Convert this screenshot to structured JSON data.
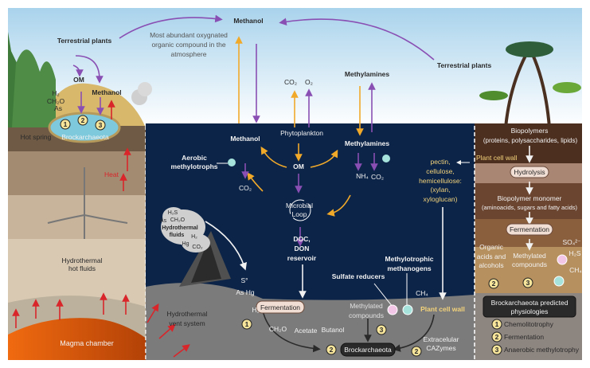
{
  "colors": {
    "ocean": "#0c2448",
    "sky_top": "#a9d3ec",
    "methanol_arrow": "#8a4fb3",
    "orange_arrow": "#f1a92a",
    "heat_arrow": "#d8262b",
    "magma": "#e0600f",
    "seafloor": "#7b7b7b"
  },
  "atmosphere": {
    "methanol": "Methanol",
    "note": [
      "Most abundant oxygnated",
      "organic compound in the",
      "atmosphere"
    ],
    "terrestrial_plants_left": "Terrestrial plants",
    "terrestrial_plants_right": "Terrestrial plants",
    "co2": "CO₂",
    "o2": "O₂",
    "methylamines": "Methylamines"
  },
  "hot_spring": {
    "om": "OM",
    "methanol": "Methanol",
    "gases": [
      "H₂",
      "CH₂O",
      "As"
    ],
    "label": "Hot spring",
    "organism": "Brockarchaeota",
    "heat": "Heat",
    "hot_fluids": [
      "Hydrothermal",
      "hot fluids"
    ],
    "magma": "Magma chamber",
    "badges": [
      "1",
      "2",
      "3"
    ]
  },
  "ocean": {
    "methanol": "Methanol",
    "phytoplankton": "Phytoplankton",
    "methylamines": "Methylamines",
    "aerobic": [
      "Aerobic",
      "methylotrophs"
    ],
    "om": "OM",
    "co2": "CO₂",
    "nh4": "NH₄",
    "co2_b": "CO₂",
    "microbial_loop": [
      "Microbial",
      "Loop"
    ],
    "doc": [
      "DOC,",
      "DON",
      "reservoir"
    ],
    "polysaccharides": [
      "pectin,",
      "cellulose,",
      "hemicellulose:",
      "(xylan,",
      "xyloglucan)"
    ],
    "vent_cloud": [
      "H₂S",
      "As",
      "CH₂O",
      "Hydrothermal",
      "fluids",
      "H₂",
      "Hg",
      "CO₂"
    ],
    "s0": "S°",
    "as_hg": "As  Hg",
    "vent_system": [
      "Hydrothermal",
      "vent system"
    ],
    "methylotrophic": [
      "Methylotrophic",
      "methanogens"
    ],
    "sulfate_reducers": "Sulfate reducers",
    "ch4": "CH₄"
  },
  "seafloor": {
    "fermentation": "Fermentation",
    "h2": "H₂",
    "ch2o": "CH₂O",
    "acetate": "Acetate",
    "butanol": "Butanol",
    "methylated": [
      "Methylated",
      "compounds"
    ],
    "plant_cell_wall": "Plant cell wall",
    "brockarchaeota": "Brockarchaeota",
    "cazymes": [
      "Extracelular",
      "CAZymes"
    ],
    "badges": [
      "1",
      "2",
      "3",
      "2"
    ]
  },
  "soil": {
    "biopolymers": "Biopolymers",
    "biopolymers_detail": "(proteins, polysaccharides, lipids)",
    "plant_cell_wall": "Plant cell wall",
    "hydrolysis": "Hydrolysis",
    "monomer": "Biopolymer monomer",
    "monomer_detail": "(aminoacids, sugars and fatty acids)",
    "fermentation": "Fermentation",
    "organic_acids": [
      "Organic",
      "acids and",
      "alcohols"
    ],
    "methylated": [
      "Methylated",
      "compounds"
    ],
    "so4": "SO₄²⁻",
    "h2s": "H₂S",
    "ch4": "CH₄",
    "badges": [
      "2",
      "3"
    ]
  },
  "legend": {
    "title": [
      "Brockarchaeota predicted",
      "physiologies"
    ],
    "items": [
      {
        "num": "1",
        "label": "Chemolitotrophy"
      },
      {
        "num": "2",
        "label": "Fermentation"
      },
      {
        "num": "3",
        "label": "Anaerobic methylotrophy"
      }
    ]
  }
}
